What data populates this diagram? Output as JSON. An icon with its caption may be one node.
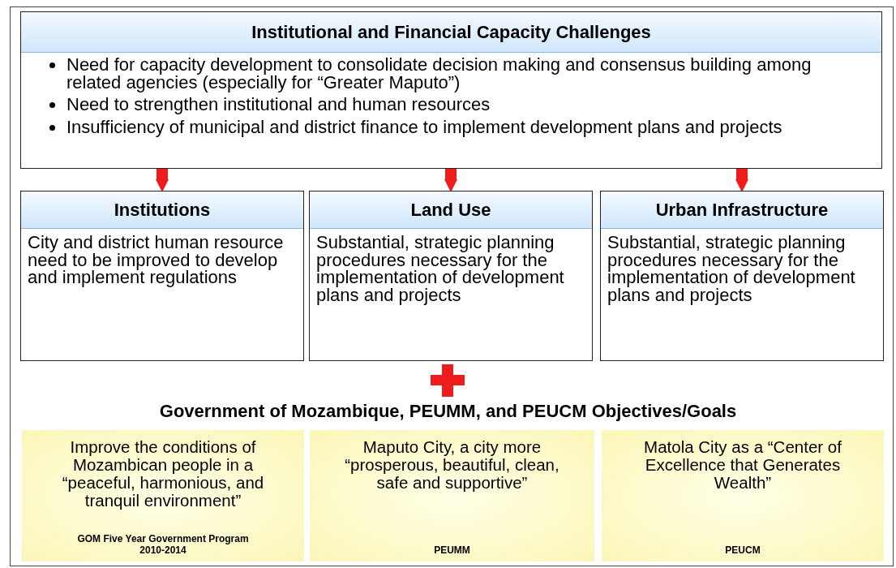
{
  "diagram": {
    "nodes": [
      {
        "text": [
          "Institutional and Financial Capacity Challenges",
          "Need for capacity development to consolidate decision making and consensus building among related agencies (especially for “Greater Maputo”)",
          "Need to strengthen institutional and human resources",
          "Insufficiency of municipal and district finance to implement development plans and projects"
        ]
      },
      {
        "text": [
          "Institutions",
          "City and district human resource need to be improved to develop and implement regulations"
        ]
      },
      {
        "text": [
          "Land Use",
          "Substantial, strategic planning procedures necessary for the implementation of development plans and projects"
        ]
      },
      {
        "text": [
          "Urban Infrastructure",
          "Substantial, strategic planning procedures necessary for the implementation of development plans and projects"
        ]
      },
      {
        "text": [
          "Improve the conditions of Mozambican people in a “peaceful, harmonious, and tranquil environment”",
          "GOM Five Year Government Program 2010-2014"
        ]
      },
      {
        "text": [
          "Maputo City, a city more “prosperous, beautiful, clean, safe and supportive”",
          "PEUMM"
        ]
      },
      {
        "text": [
          "Matola City as a “Center of Excellence that Generates Wealth”",
          "PEUCM"
        ]
      }
    ],
    "edges": [
      {
        "from": 0,
        "to": 1,
        "arrow": "to"
      },
      {
        "from": 0,
        "to": 2,
        "arrow": "to"
      },
      {
        "from": 0,
        "to": 3,
        "arrow": "to"
      }
    ],
    "labels": [
      "Government of Mozambique, PEUMM, and PEUCM Objectives/Goals"
    ]
  }
}
